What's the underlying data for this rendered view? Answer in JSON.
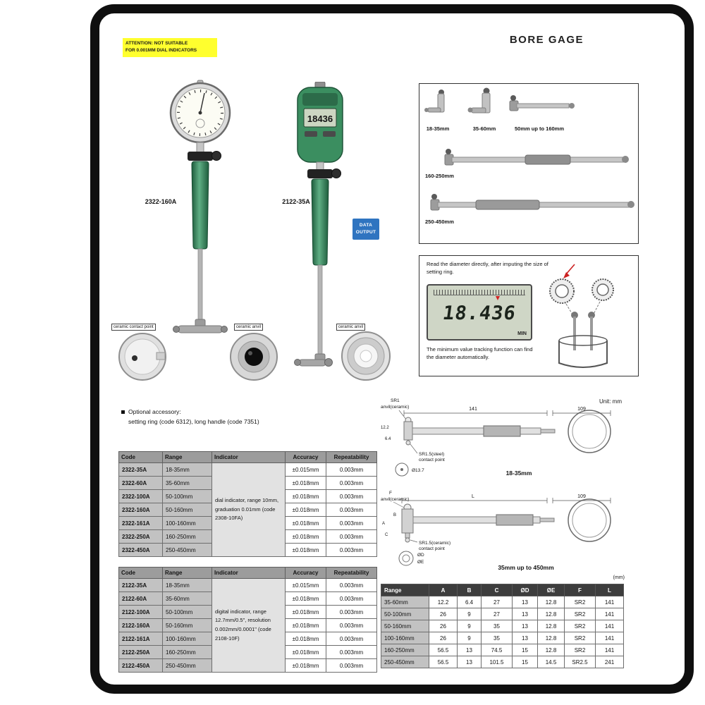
{
  "page": {
    "title": "BORE GAGE",
    "attention_line1": "ATTENTION: NOT SUITABLE",
    "attention_line2": "FOR 0.001MM DIAL INDICATORS",
    "optional_accessory_line1": "Optional accessory:",
    "optional_accessory_line2": "setting ring (code 6312), long handle (code 7351)"
  },
  "products": {
    "dial_model": "2322-160A",
    "digital_model": "2122-35A",
    "digital_lcd": "18436",
    "badge_line1": "DATA",
    "badge_line2": "OUTPUT"
  },
  "callouts": {
    "contact_point": "ceramic contact point",
    "anvil1": "ceramic anvil",
    "anvil2": "ceramic anvil"
  },
  "probe_box": {
    "labels": [
      "18-35mm",
      "35-60mm",
      "50mm up to 160mm",
      "160-250mm",
      "250-450mm"
    ]
  },
  "display_box": {
    "note_top": "Read the diameter directly, after imputing the size of setting ring.",
    "lcd_value": "18.436",
    "lcd_min": "MIN",
    "note_bottom": "The minimum value tracking function can find the diameter automatically."
  },
  "spec_tables": [
    {
      "name": "dial",
      "headers": [
        "Code",
        "Range",
        "Indicator",
        "Accuracy",
        "Repeatability"
      ],
      "indicator": "dial indicator, range 10mm, graduation 0.01mm (code 2308-10FA)",
      "rows": [
        {
          "code": "2322-35A",
          "range": "18-35mm",
          "accuracy": "±0.015mm",
          "repeatability": "0.003mm"
        },
        {
          "code": "2322-60A",
          "range": "35-60mm",
          "accuracy": "±0.018mm",
          "repeatability": "0.003mm"
        },
        {
          "code": "2322-100A",
          "range": "50-100mm",
          "accuracy": "±0.018mm",
          "repeatability": "0.003mm"
        },
        {
          "code": "2322-160A",
          "range": "50-160mm",
          "accuracy": "±0.018mm",
          "repeatability": "0.003mm"
        },
        {
          "code": "2322-161A",
          "range": "100-160mm",
          "accuracy": "±0.018mm",
          "repeatability": "0.003mm"
        },
        {
          "code": "2322-250A",
          "range": "160-250mm",
          "accuracy": "±0.018mm",
          "repeatability": "0.003mm"
        },
        {
          "code": "2322-450A",
          "range": "250-450mm",
          "accuracy": "±0.018mm",
          "repeatability": "0.003mm"
        }
      ]
    },
    {
      "name": "digital",
      "headers": [
        "Code",
        "Range",
        "Indicator",
        "Accuracy",
        "Repeatability"
      ],
      "indicator": "digital indicator, range 12.7mm/0.5\", resolution 0.002mm/0.0001\" (code 2108-10F)",
      "rows": [
        {
          "code": "2122-35A",
          "range": "18-35mm",
          "accuracy": "±0.015mm",
          "repeatability": "0.003mm"
        },
        {
          "code": "2122-60A",
          "range": "35-60mm",
          "accuracy": "±0.018mm",
          "repeatability": "0.003mm"
        },
        {
          "code": "2122-100A",
          "range": "50-100mm",
          "accuracy": "±0.018mm",
          "repeatability": "0.003mm"
        },
        {
          "code": "2122-160A",
          "range": "50-160mm",
          "accuracy": "±0.018mm",
          "repeatability": "0.003mm"
        },
        {
          "code": "2122-161A",
          "range": "100-160mm",
          "accuracy": "±0.018mm",
          "repeatability": "0.003mm"
        },
        {
          "code": "2122-250A",
          "range": "160-250mm",
          "accuracy": "±0.018mm",
          "repeatability": "0.003mm"
        },
        {
          "code": "2122-450A",
          "range": "250-450mm",
          "accuracy": "±0.018mm",
          "repeatability": "0.003mm"
        }
      ]
    }
  ],
  "dim_table": {
    "unit": "(mm)",
    "headers": [
      "Range",
      "A",
      "B",
      "C",
      "ØD",
      "ØE",
      "F",
      "L"
    ],
    "rows": [
      [
        "35-60mm",
        "12.2",
        "6.4",
        "27",
        "13",
        "12.8",
        "SR2",
        "141"
      ],
      [
        "50-100mm",
        "26",
        "9",
        "27",
        "13",
        "12.8",
        "SR2",
        "141"
      ],
      [
        "50-160mm",
        "26",
        "9",
        "35",
        "13",
        "12.8",
        "SR2",
        "141"
      ],
      [
        "100-160mm",
        "26",
        "9",
        "35",
        "13",
        "12.8",
        "SR2",
        "141"
      ],
      [
        "160-250mm",
        "56.5",
        "13",
        "74.5",
        "15",
        "12.8",
        "SR2",
        "141"
      ],
      [
        "250-450mm",
        "56.5",
        "13",
        "101.5",
        "15",
        "14.5",
        "SR2.5",
        "241"
      ]
    ]
  },
  "drawing1": {
    "unit": "Unit: mm",
    "anvil_line1": "SR1",
    "anvil_line2": "anvil(ceramic)",
    "dim_length": "141",
    "dim_grip": "109",
    "dim_a": "12.2",
    "dim_b": "6.4",
    "contact_line1": "SR1.5(steel)",
    "contact_line2": "contact point",
    "hole_dia": "Ø13.7",
    "caption": "18-35mm"
  },
  "drawing2": {
    "label_f": "F",
    "anvil_label": "anvil(ceramic)",
    "label_b": "B",
    "dim_length": "L",
    "dim_grip": "109",
    "label_a": "A",
    "label_c": "C",
    "contact_line1": "SR1.5(ceramic)",
    "contact_line2": "contact point",
    "label_od": "ØD",
    "label_oe": "ØE",
    "caption": "35mm up to 450mm"
  },
  "colors": {
    "attention_yellow": "#ffff2e",
    "badge_blue": "#2f74c0",
    "handle_green": "#2e7a50",
    "body_green": "#3b8e60",
    "lcd_bg": "#cfd6c6",
    "table_header_gray": "#9c9c9c",
    "dim_header_dark": "#3d3d3d"
  }
}
